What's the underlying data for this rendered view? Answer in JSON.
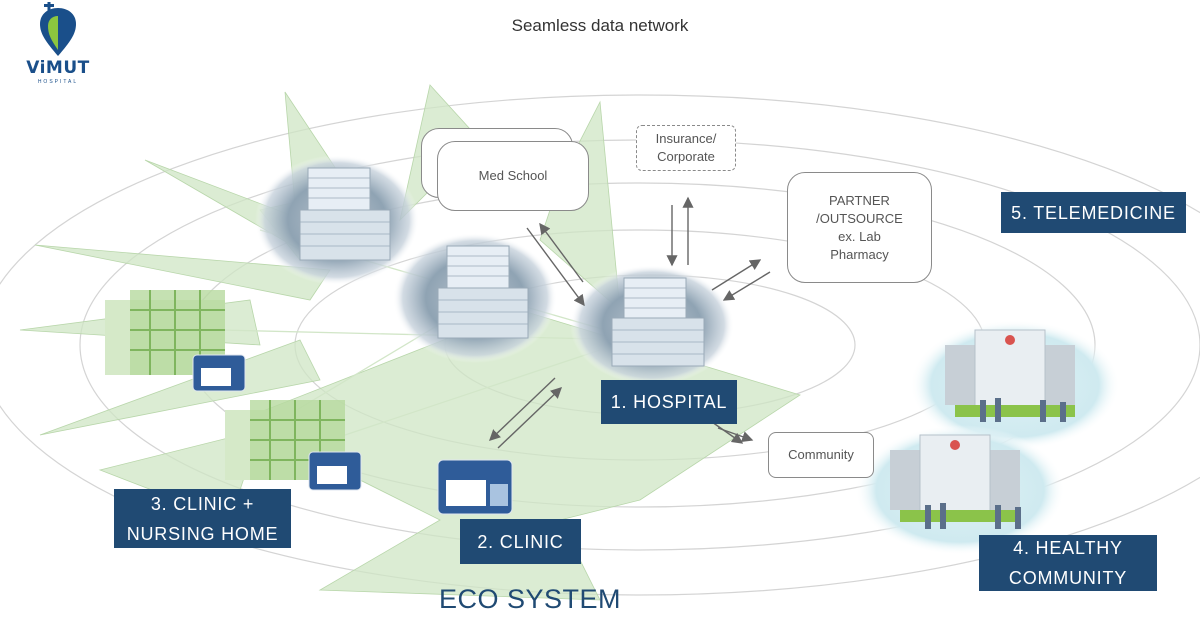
{
  "header": {
    "title": "Seamless data network"
  },
  "logo": {
    "name": "ViMUT",
    "sub": "HOSPITAL"
  },
  "boxes": {
    "med_school": "Med School",
    "insurance": "Insurance/\nCorporate",
    "partner": "PARTNER\n/OUTSOURCE\nex. Lab\nPharmacy",
    "community": "Community"
  },
  "labels": {
    "hospital": "1. HOSPITAL",
    "clinic": "2. CLINIC",
    "clinic_nursing": "3. CLINIC +\nNURSING HOME",
    "healthy_community": "4. HEALTHY\nCOMMUNITY",
    "telemedicine": "5. TELEMEDICINE"
  },
  "footer": {
    "title": "ECO SYSTEM"
  },
  "colors": {
    "navy": "#204a73",
    "light_green": "#cfe5c4",
    "logo_green": "#8cc63f",
    "logo_blue": "#1a4f8a"
  }
}
